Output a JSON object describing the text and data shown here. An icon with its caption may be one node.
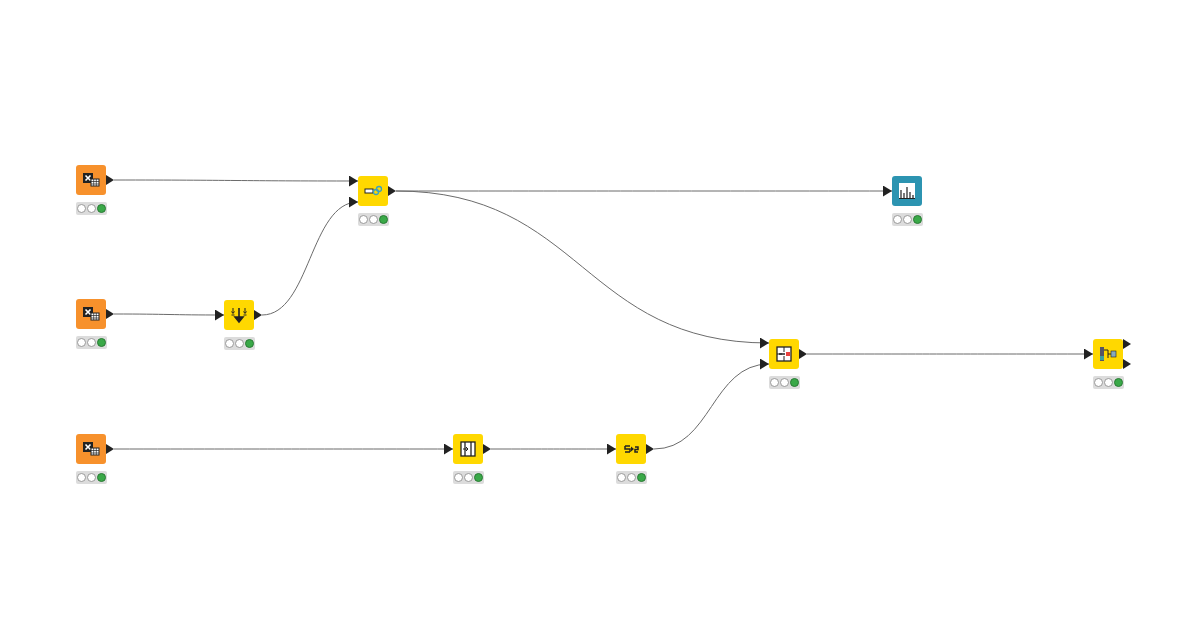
{
  "diagram": {
    "nodes": [
      {
        "text": [],
        "shape": "box"
      },
      {
        "text": [],
        "shape": "box"
      },
      {
        "text": [],
        "shape": "box"
      },
      {
        "text": [],
        "shape": "box"
      },
      {
        "text": [],
        "shape": "box"
      },
      {
        "text": [],
        "shape": "box"
      },
      {
        "text": [],
        "shape": "box"
      },
      {
        "text": [],
        "shape": "box"
      },
      {
        "text": [],
        "shape": "box"
      },
      {
        "text": [],
        "shape": "box"
      }
    ],
    "edges": [
      {
        "from": 0,
        "to": 1,
        "arrow": "to"
      },
      {
        "from": 3,
        "to": 4,
        "arrow": "to"
      },
      {
        "from": 4,
        "to": 1,
        "arrow": "to"
      },
      {
        "from": 1,
        "to": 2,
        "arrow": "to"
      },
      {
        "from": 1,
        "to": 5,
        "arrow": "to"
      },
      {
        "from": 9,
        "to": 5,
        "arrow": "to"
      },
      {
        "from": 5,
        "to": 6,
        "arrow": "to"
      },
      {
        "from": 7,
        "to": 8,
        "arrow": "to"
      },
      {
        "from": 8,
        "to": 9,
        "arrow": "to"
      }
    ]
  }
}
